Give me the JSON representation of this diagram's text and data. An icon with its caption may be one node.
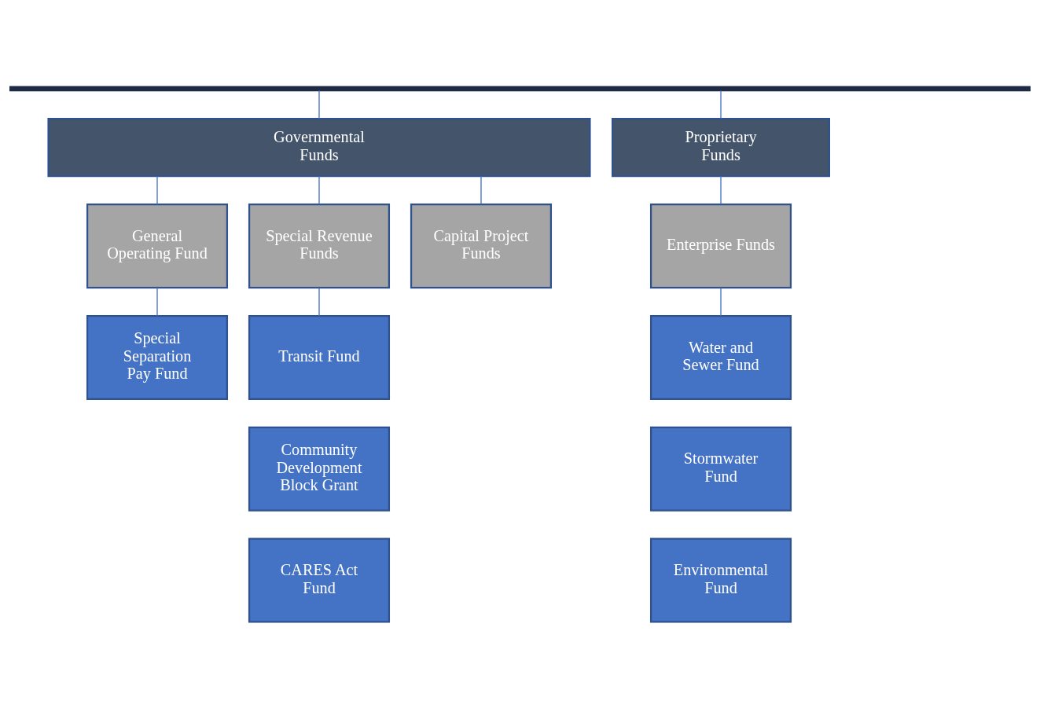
{
  "diagram": {
    "nodes": [
      {
        "text": [],
        "shape": "bar"
      },
      {
        "text": [
          "Governmental Funds"
        ]
      },
      {
        "text": [
          "Proprietary Funds"
        ]
      },
      {
        "text": [
          "General Operating Fund"
        ]
      },
      {
        "text": [
          "Special Revenue Funds"
        ]
      },
      {
        "text": [
          "Capital Project Funds"
        ]
      },
      {
        "text": [
          "Enterprise Funds"
        ]
      },
      {
        "text": [
          "Special Separation Pay Fund"
        ]
      },
      {
        "text": [
          "Transit Fund"
        ]
      },
      {
        "text": [
          "Community Development Block Grant"
        ]
      },
      {
        "text": [
          "CARES Act Fund"
        ]
      },
      {
        "text": [
          "Water and Sewer Fund"
        ]
      },
      {
        "text": [
          "Stormwater Fund"
        ]
      },
      {
        "text": [
          "Environmental Fund"
        ]
      }
    ],
    "edges": [
      {
        "from": 0,
        "to": 1,
        "arrow": "none"
      },
      {
        "from": 0,
        "to": 2,
        "arrow": "none"
      },
      {
        "from": 1,
        "to": 3,
        "arrow": "none"
      },
      {
        "from": 1,
        "to": 4,
        "arrow": "none"
      },
      {
        "from": 1,
        "to": 5,
        "arrow": "none"
      },
      {
        "from": 2,
        "to": 6,
        "arrow": "none"
      },
      {
        "from": 3,
        "to": 7,
        "arrow": "none"
      },
      {
        "from": 4,
        "to": 8,
        "arrow": "none"
      },
      {
        "from": 6,
        "to": 11,
        "arrow": "none"
      }
    ]
  }
}
